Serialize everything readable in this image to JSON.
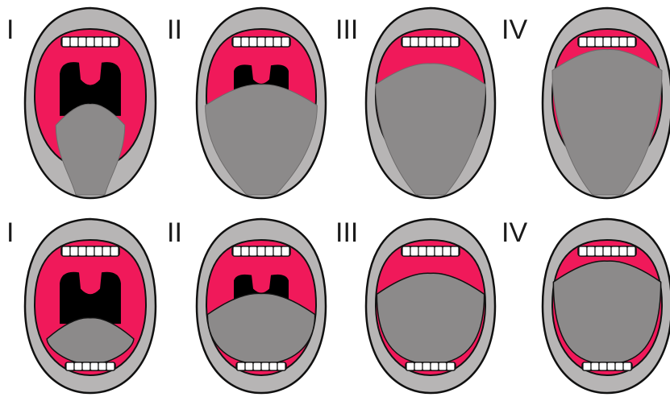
{
  "rows": [
    {
      "panels": [
        {
          "label": "I",
          "grade": 1
        },
        {
          "label": "II",
          "grade": 2
        },
        {
          "label": "III",
          "grade": 3
        },
        {
          "label": "IV",
          "grade": 4
        }
      ]
    },
    {
      "panels": [
        {
          "label": "I",
          "grade": 1
        },
        {
          "label": "II",
          "grade": 2
        },
        {
          "label": "III",
          "grade": 3
        },
        {
          "label": "IV",
          "grade": 4
        }
      ]
    }
  ],
  "colors": {
    "lips": "#b7b5b5",
    "outline": "#111111",
    "palate": "#f0195a",
    "pharynx": "#000000",
    "tongue": "#8c8a8a",
    "teeth": "#ffffff",
    "background": "#ffffff"
  }
}
